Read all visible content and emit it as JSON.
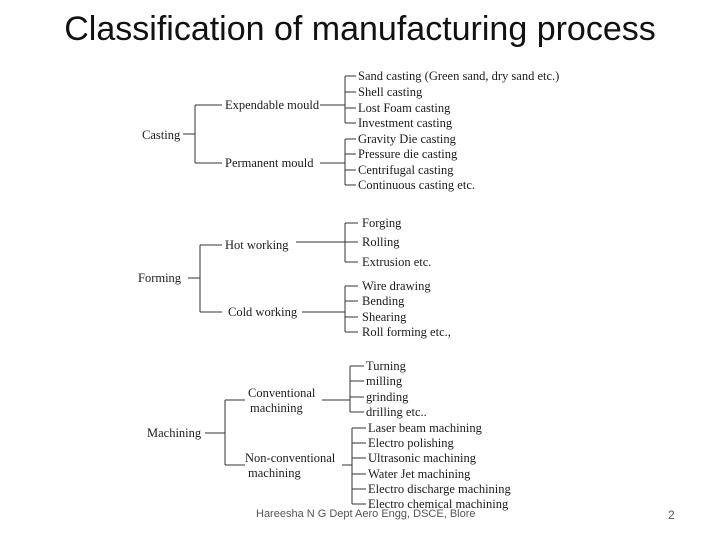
{
  "slide": {
    "title": "Classification of manufacturing process",
    "footer": "Hareesha N G Dept Aero Engg, DSCE, Blore",
    "page_number": "2"
  },
  "tree": {
    "casting": {
      "label": "Casting",
      "expendable": {
        "label": "Expendable mould",
        "items": [
          "Sand casting (Green sand, dry sand etc.)",
          "Shell casting",
          "Lost Foam casting",
          "Investment casting"
        ]
      },
      "permanent": {
        "label": "Permanent mould",
        "items": [
          "Gravity Die casting",
          "Pressure die casting",
          "Centrifugal casting",
          "Continuous casting etc."
        ]
      }
    },
    "forming": {
      "label": "Forming",
      "hot": {
        "label": "Hot working",
        "items": [
          "Forging",
          "Rolling",
          "Extrusion etc."
        ]
      },
      "cold": {
        "label": "Cold working",
        "items": [
          "Wire drawing",
          "Bending",
          "Shearing",
          "Roll forming etc.,"
        ]
      }
    },
    "machining": {
      "label": "Machining",
      "conventional": {
        "label_line1": "Conventional",
        "label_line2": "machining",
        "items": [
          "Turning",
          "milling",
          "grinding",
          "drilling etc.."
        ]
      },
      "nonconventional": {
        "label_line1": "Non-conventional",
        "label_line2": "machining",
        "items": [
          "Laser beam machining",
          "Electro polishing",
          "Ultrasonic machining",
          "Water Jet machining",
          "Electro discharge machining",
          "Electro chemical machining"
        ]
      }
    }
  }
}
